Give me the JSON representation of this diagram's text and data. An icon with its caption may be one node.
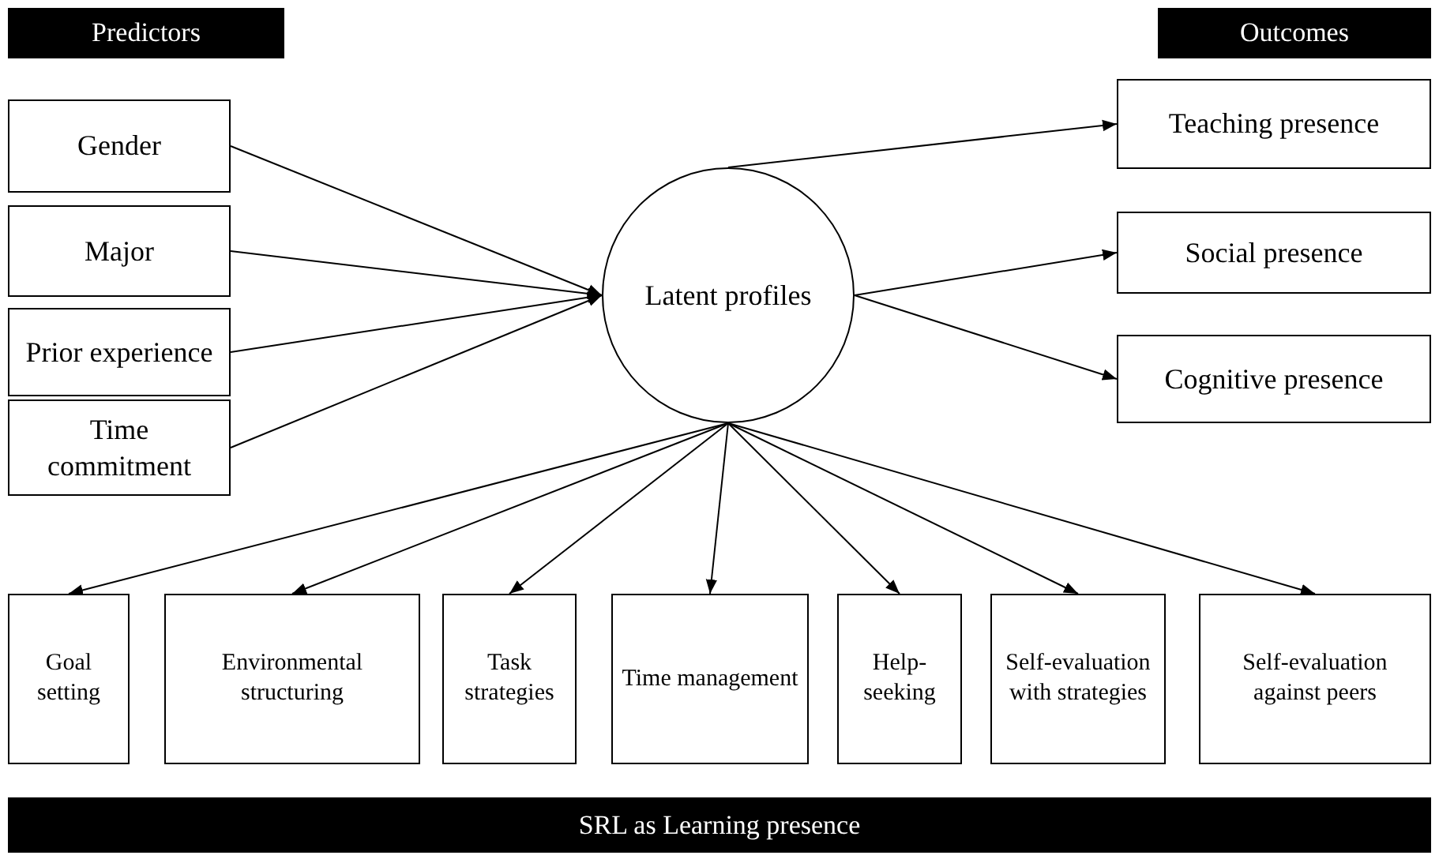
{
  "diagram": {
    "nodes": [
      {
        "text": [
          "Predictors"
        ]
      },
      {
        "text": [
          "Outcomes"
        ]
      },
      {
        "text": [
          "Gender"
        ]
      },
      {
        "text": [
          "Major"
        ]
      },
      {
        "text": [
          "Prior experience"
        ]
      },
      {
        "text": [
          "Time commitment"
        ]
      },
      {
        "text": [
          "Latent profiles"
        ]
      },
      {
        "text": [
          "Teaching presence"
        ]
      },
      {
        "text": [
          "Social presence"
        ]
      },
      {
        "text": [
          "Cognitive presence"
        ]
      },
      {
        "text": [
          "Goal setting"
        ]
      },
      {
        "text": [
          "Environmental structuring"
        ]
      },
      {
        "text": [
          "Task strategies"
        ]
      },
      {
        "text": [
          "Time management"
        ]
      },
      {
        "text": [
          "Help-seeking"
        ]
      },
      {
        "text": [
          "Self-evaluation with strategies"
        ]
      },
      {
        "text": [
          "Self-evaluation against peers"
        ]
      },
      {
        "text": [
          "SRL as Learning presence"
        ]
      }
    ],
    "edges": [
      {
        "from": 2,
        "to": 6,
        "arrow": "to"
      },
      {
        "from": 3,
        "to": 6,
        "arrow": "to"
      },
      {
        "from": 4,
        "to": 6,
        "arrow": "to"
      },
      {
        "from": 5,
        "to": 6,
        "arrow": "to"
      },
      {
        "from": 6,
        "to": 7,
        "arrow": "to"
      },
      {
        "from": 6,
        "to": 8,
        "arrow": "to"
      },
      {
        "from": 6,
        "to": 9,
        "arrow": "to"
      },
      {
        "from": 6,
        "to": 10,
        "arrow": "to"
      },
      {
        "from": 6,
        "to": 11,
        "arrow": "to"
      },
      {
        "from": 6,
        "to": 12,
        "arrow": "to"
      },
      {
        "from": 6,
        "to": 13,
        "arrow": "to"
      },
      {
        "from": 6,
        "to": 14,
        "arrow": "to"
      },
      {
        "from": 6,
        "to": 15,
        "arrow": "to"
      },
      {
        "from": 6,
        "to": 16,
        "arrow": "to"
      }
    ]
  }
}
